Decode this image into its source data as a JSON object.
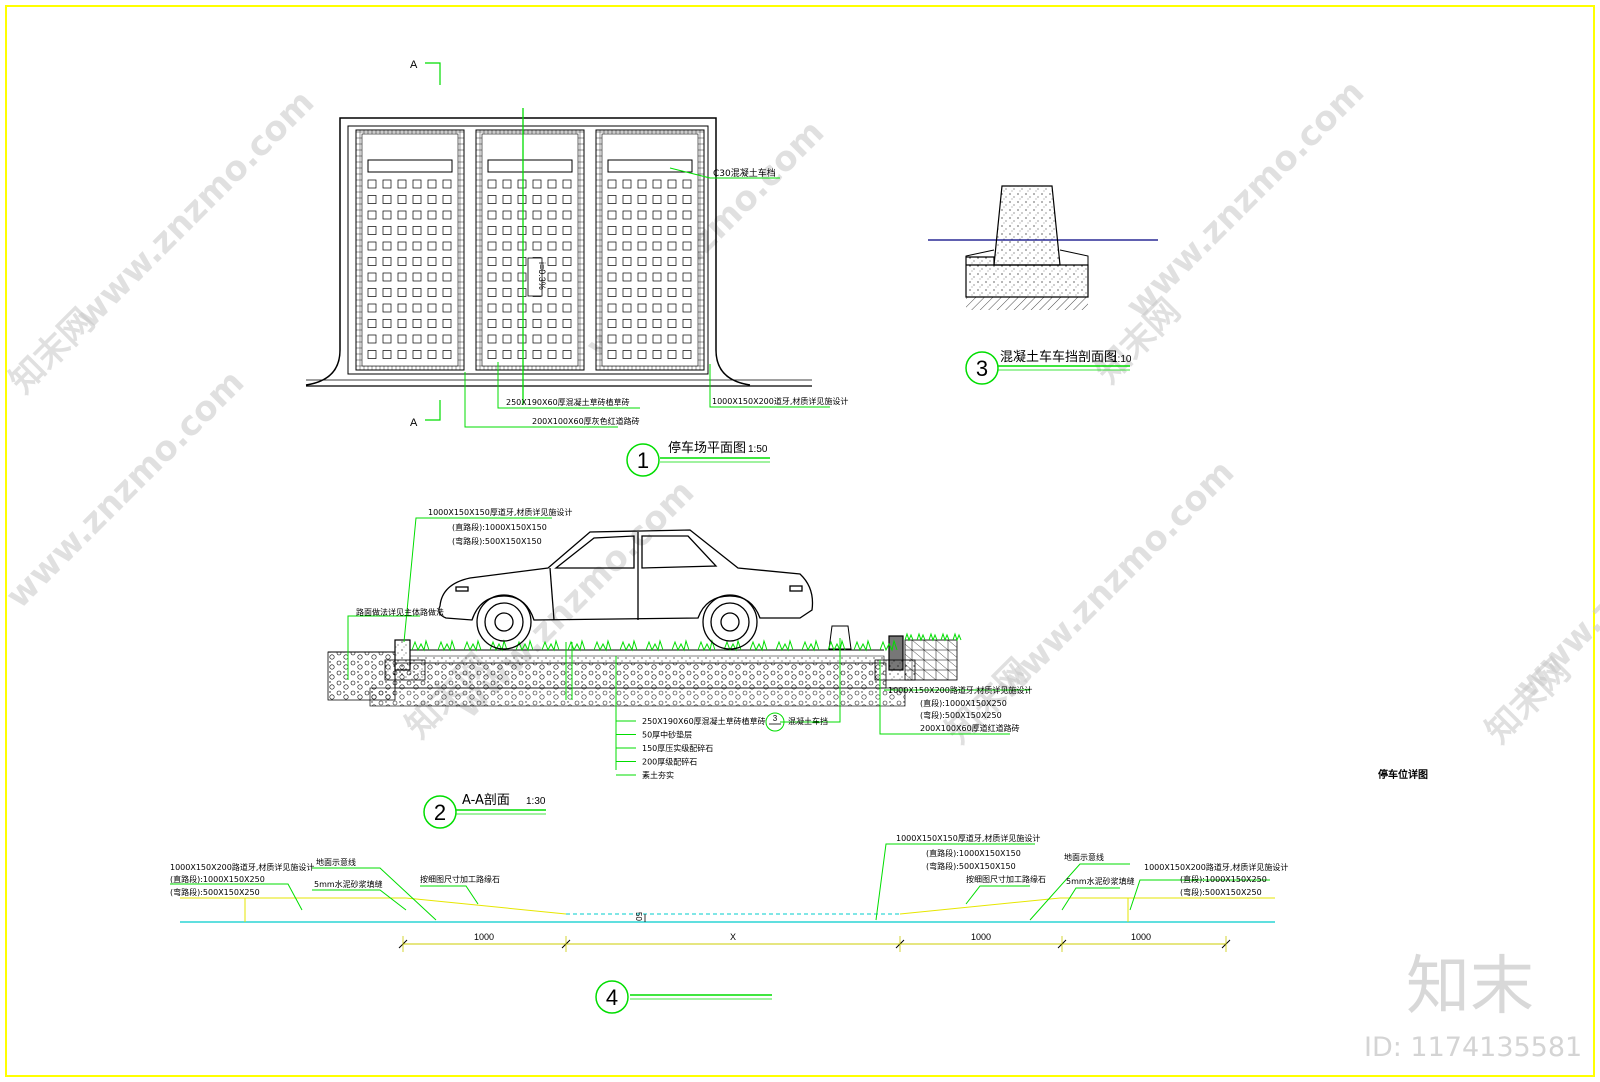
{
  "colors": {
    "frame": "#ffff00",
    "leader": "#00dd00",
    "ground": "#00cccc",
    "slope": "#e6e600",
    "dimension": "#cccc00",
    "line": "#000000"
  },
  "section_markers": {
    "a_top": "A",
    "a_bottom": "A"
  },
  "plan": {
    "number": "1",
    "title": "停车场平面图",
    "scale": "1:50",
    "slope_label": "i=0.3%",
    "labels": {
      "wheel_stop": "C30混凝土车档",
      "grass_brick": "250X190X60厚混凝土草砖植草砖",
      "curb": "1000X150X200道牙,材质详见施设计",
      "edge_brick": "200X100X60厚灰色红道路砖"
    }
  },
  "wheel_stop_section": {
    "number": "3",
    "title": "混凝土车车挡剖面图",
    "scale": "1:10"
  },
  "section_aa": {
    "number": "2",
    "title": "A-A剖面",
    "scale": "1:30",
    "labels": {
      "curb_main": "1000X150X150厚道牙,材质详见施设计",
      "curb_straight": "(直路段):1000X150X150",
      "curb_curve": "(弯路段):500X150X150",
      "road_note": "路面做法详见主体路做法",
      "callout_number": "3",
      "callout_text": "混凝土车挡",
      "right_curb_main": "1000X150X200路道牙,材质详见施设计",
      "right_curb_straight": "(直段):1000X150X250",
      "right_curb_curve": "(弯段):500X150X250",
      "right_edge": "200X100X60厚道红道路砖"
    },
    "layers": [
      "250X190X60厚混凝土草砖植草砖",
      "50厚中砂垫层",
      "150厚压实级配碎石",
      "200厚级配碎石",
      "素土夯实"
    ]
  },
  "detail_4": {
    "number": "4",
    "left_curb_main": "1000X150X200路道牙,材质详见施设计",
    "left_curb_straight": "(直路段):1000X150X250",
    "left_curb_curve": "(弯路段):500X150X250",
    "ground_line": "地面示意线",
    "mortar": "5mm水泥砂浆填缝",
    "stone": "按细图尺寸加工路缘石",
    "right_curb_main": "1000X150X150厚道牙,材质详见施设计",
    "right_curb_straight": "(直路段):1000X150X150",
    "right_curb_curve": "(弯路段):500X150X150",
    "right_ground_line": "地面示意线",
    "right_stone": "按细图尺寸加工路缘石",
    "right_mortar": "5mm水泥砂浆填缝",
    "far_right_main": "1000X150X200路道牙,材质详见施设计",
    "far_right_straight": "(直段):1000X150X250",
    "far_right_curve": "(弯段):500X150X250",
    "center_value": "50",
    "dims": [
      "1000",
      "X",
      "1000",
      "1000"
    ]
  },
  "parking_detail_title": "停车位详图",
  "watermark": {
    "site": "www.znzmo.com",
    "brand": "知末网",
    "logo": "知末",
    "id": "ID: 1174135581"
  }
}
